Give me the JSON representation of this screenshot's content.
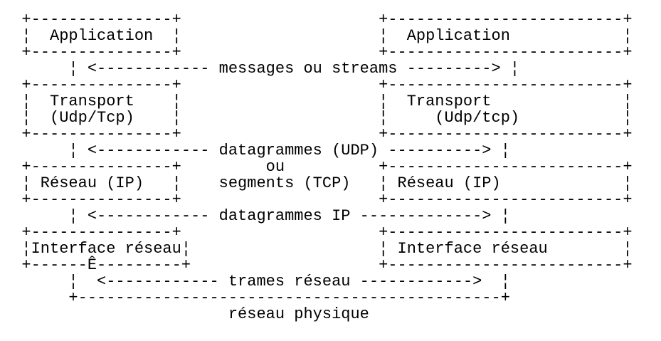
{
  "colors": {
    "background": "#ffffff",
    "text": "#000000"
  },
  "diagram": {
    "lines": [
      "  +---------------+                     +-------------------------+",
      "  ¦  Application  ¦                     ¦  Application            ¦",
      "  +---------------+                     +-------------------------+",
      "       ¦ <------------ messages ou streams ---------> ¦",
      "  +---------------+                     +-------------------------+",
      "  ¦  Transport    ¦                     ¦  Transport              ¦",
      "  ¦  (Udp/Tcp)    ¦                     ¦     (Udp/tcp)           ¦",
      "  +---------------+                     +-------------------------+",
      "       ¦ <------------ datagrammes (UDP) ----------> ¦",
      "  +---------------+         ou          +-------------------------+",
      "  ¦ Réseau (IP)   ¦    segments (TCP)   ¦ Réseau (IP)             ¦",
      "  +---------------+                     +-------------------------+",
      "       ¦ <------------ datagrammes IP -------------> ¦",
      "  +---------------+                     +-------------------------+",
      "  ¦Interface réseau¦                    ¦ Interface réseau        ¦",
      "  +------Ê---------+                    +-------------------------+",
      "       ¦  <------------ trames réseau ------------>  ¦",
      "       +---------------------------------------------+",
      "                        réseau physique"
    ]
  }
}
